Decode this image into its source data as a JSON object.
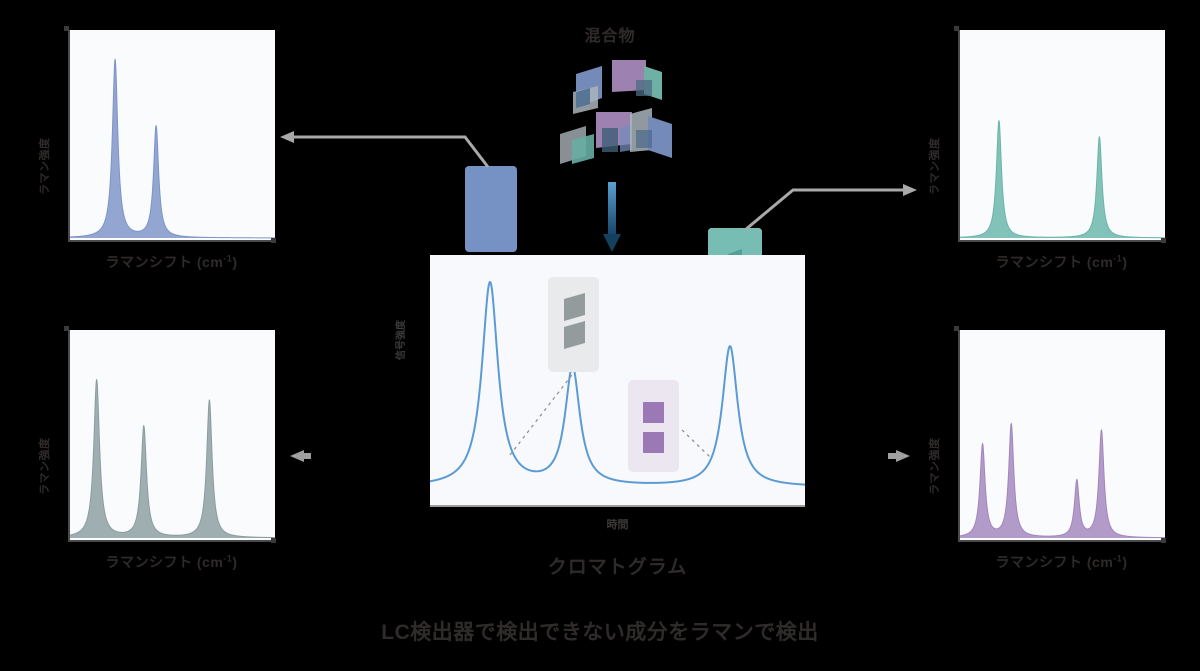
{
  "figure": {
    "mixture_title": "混合物",
    "caption": "LC検出器で検出できない成分をラマンで検出"
  },
  "chromatogram": {
    "caption": "クロマトグラム",
    "xlabel": "時間",
    "ylabel": "信号強度",
    "line_color": "#5b9bd5"
  },
  "raman_panels": [
    {
      "id": "top-left",
      "xlabel": "ラマンシフト (cm",
      "xlabel_sup": "-1",
      "xlabel_tail": ")",
      "ylabel": "ラマン強度",
      "color": "#7d93c8"
    },
    {
      "id": "bottom-left",
      "xlabel": "ラマンシフト (cm",
      "xlabel_sup": "-1",
      "xlabel_tail": ")",
      "ylabel": "ラマン強度",
      "color": "#8a9ca0"
    },
    {
      "id": "top-right",
      "xlabel": "ラマンシフト (cm",
      "xlabel_sup": "-1",
      "xlabel_tail": ")",
      "ylabel": "ラマン強度",
      "color": "#69b4aa"
    },
    {
      "id": "bottom-right",
      "xlabel": "ラマンシフト (cm",
      "xlabel_sup": "-1",
      "xlabel_tail": ")",
      "ylabel": "ラマン強度",
      "color": "#a285bd"
    }
  ],
  "chart_data": [
    {
      "type": "line",
      "id": "raman-top-left",
      "title": "",
      "xlabel": "ラマンシフト (cm-1)",
      "ylabel": "ラマン強度",
      "color": "#7d93c8",
      "xlim": [
        0,
        100
      ],
      "ylim": [
        0,
        100
      ],
      "peaks": [
        {
          "center": 22,
          "height": 88,
          "width": 1.6
        },
        {
          "center": 42,
          "height": 55,
          "width": 1.5
        }
      ]
    },
    {
      "type": "line",
      "id": "raman-bottom-left",
      "title": "",
      "xlabel": "ラマンシフト (cm-1)",
      "ylabel": "ラマン強度",
      "color": "#8a9ca0",
      "xlim": [
        0,
        100
      ],
      "ylim": [
        0,
        100
      ],
      "peaks": [
        {
          "center": 13,
          "height": 78,
          "width": 1.7
        },
        {
          "center": 36,
          "height": 55,
          "width": 1.6
        },
        {
          "center": 68,
          "height": 68,
          "width": 1.6
        }
      ]
    },
    {
      "type": "line",
      "id": "raman-top-right",
      "title": "",
      "xlabel": "ラマンシフト (cm-1)",
      "ylabel": "ラマン強度",
      "color": "#69b4aa",
      "xlim": [
        0,
        100
      ],
      "ylim": [
        0,
        100
      ],
      "peaks": [
        {
          "center": 19,
          "height": 58,
          "width": 1.5
        },
        {
          "center": 68,
          "height": 50,
          "width": 1.5
        }
      ]
    },
    {
      "type": "line",
      "id": "raman-bottom-right",
      "title": "",
      "xlabel": "ラマンシフト (cm-1)",
      "ylabel": "ラマン強度",
      "color": "#a285bd",
      "xlim": [
        0,
        100
      ],
      "ylim": [
        0,
        100
      ],
      "peaks": [
        {
          "center": 11,
          "height": 46,
          "width": 1.5
        },
        {
          "center": 25,
          "height": 56,
          "width": 1.5
        },
        {
          "center": 57,
          "height": 28,
          "width": 1.4
        },
        {
          "center": 69,
          "height": 53,
          "width": 1.5
        }
      ]
    },
    {
      "type": "line",
      "id": "chromatogram",
      "title": "クロマトグラム",
      "xlabel": "時間",
      "ylabel": "信号強度",
      "color": "#5b9bd5",
      "xlim": [
        0,
        100
      ],
      "ylim": [
        0,
        100
      ],
      "peaks": [
        {
          "center": 16,
          "height": 90,
          "width": 2.6
        },
        {
          "center": 38,
          "height": 52,
          "width": 2.4
        },
        {
          "center": 80,
          "height": 62,
          "width": 2.5
        }
      ]
    }
  ],
  "callouts": [
    {
      "id": "callout-gray",
      "bg": "#e8eaec",
      "shape_color": "#939b9c"
    },
    {
      "id": "callout-purple",
      "bg": "#ece6f1",
      "shape_color": "#9b79b4"
    }
  ],
  "vials": [
    {
      "id": "vial-blue",
      "color": "#7691c4"
    },
    {
      "id": "vial-teal",
      "color": "#78bdb4"
    }
  ]
}
